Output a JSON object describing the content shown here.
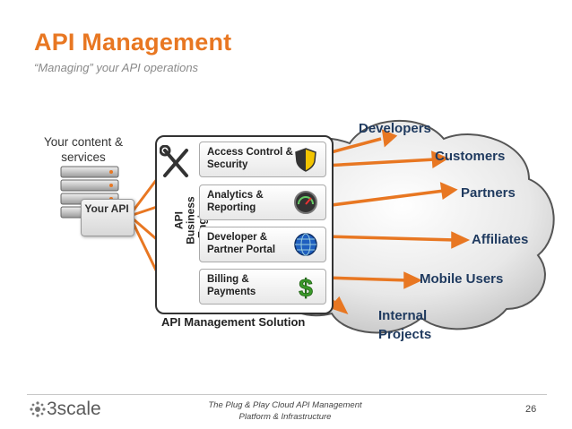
{
  "title": "API Management",
  "subtitle": "“Managing” your API operations",
  "content_label": "Your content & services",
  "your_api": "Your API",
  "engine_label": "API Business Engine",
  "modules": [
    {
      "label": "Access Control & Security",
      "icon": "shield-icon"
    },
    {
      "label": "Analytics & Reporting",
      "icon": "gauge-icon"
    },
    {
      "label": "Developer & Partner Portal",
      "icon": "globe-icon"
    },
    {
      "label": "Billing & Payments",
      "icon": "dollar-icon"
    }
  ],
  "solution_label": "API Management Solution",
  "audiences": [
    "Developers",
    "Customers",
    "Partners",
    "Affiliates",
    "Mobile Users",
    "Internal Projects"
  ],
  "footer": {
    "text": "The Plug & Play Cloud API Management Platform & Infrastructure",
    "page": "26",
    "logo": "3scale"
  },
  "colors": {
    "title": "#e87722",
    "arrow": "#e87722",
    "audience": "#1f3a5f",
    "cloud": "#5a5a5a"
  }
}
